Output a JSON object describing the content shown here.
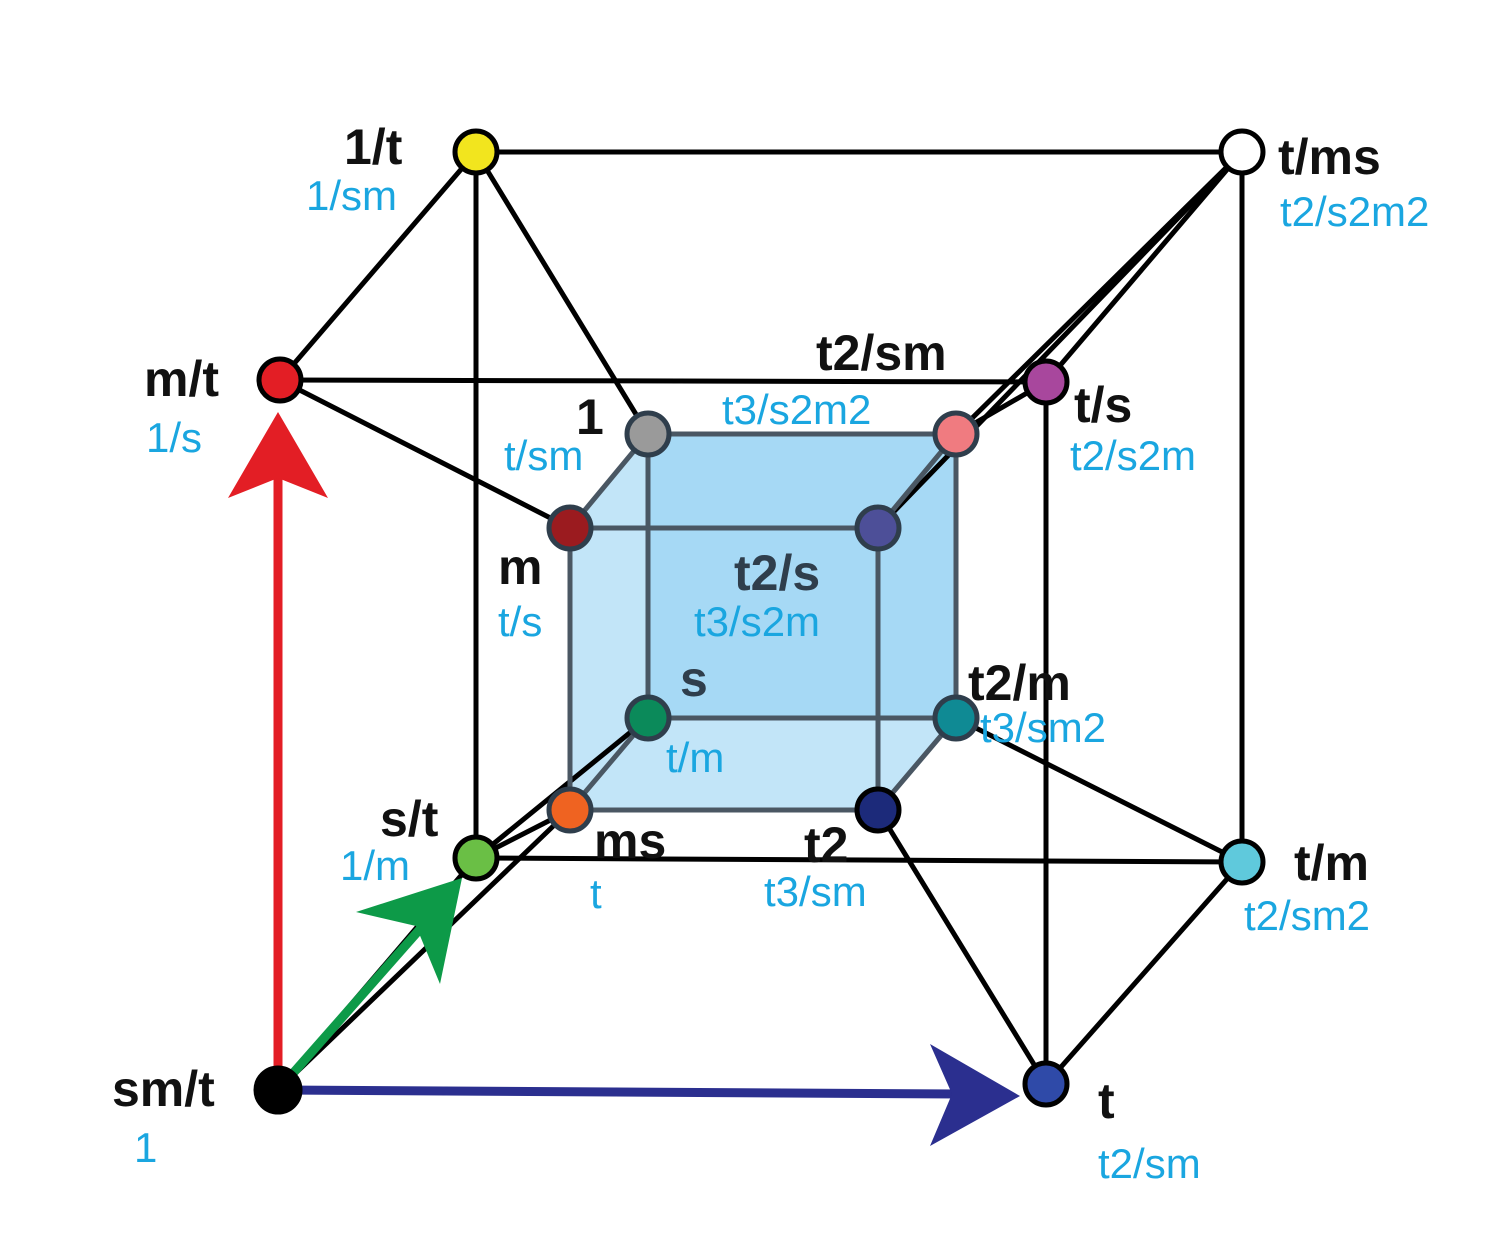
{
  "colors": {
    "inner_cube_fill": "#8fd0f3",
    "x_axis_arrow": "#2b2f8f",
    "y_axis_arrow": "#e31e25",
    "z_axis_arrow": "#0d9a48",
    "sub_label": "#1aa6e0"
  },
  "nodes": [
    {
      "id": "origin",
      "label": "sm/t",
      "sub": "1",
      "color": "#000000"
    },
    {
      "id": "outer_x",
      "label": "t",
      "sub": "t2/sm",
      "color": "#2f4aa8"
    },
    {
      "id": "outer_y",
      "label": "m/t",
      "sub": "1/s",
      "color": "#e31e25"
    },
    {
      "id": "outer_z",
      "label": "s/t",
      "sub": "1/m",
      "color": "#6abf45"
    },
    {
      "id": "outer_yz",
      "label": "1/t",
      "sub": "1/sm",
      "color": "#f2e51e"
    },
    {
      "id": "outer_xz",
      "label": "t/m",
      "sub": "t2/sm2",
      "color": "#5fc9dc"
    },
    {
      "id": "outer_xy",
      "label": "t/s",
      "sub": "t2/s2m",
      "color": "#a8479d"
    },
    {
      "id": "outer_xyz",
      "label": "t/ms",
      "sub": "t2/s2m2",
      "color": "#ffffff"
    },
    {
      "id": "inner_origin",
      "label": "ms",
      "sub": "t",
      "color": "#ef6321"
    },
    {
      "id": "inner_x",
      "label": "t2",
      "sub": "t3/sm",
      "color": "#1c2a7a"
    },
    {
      "id": "inner_y",
      "label": "m",
      "sub": "t/s",
      "color": "#9b1b1f"
    },
    {
      "id": "inner_z",
      "label": "s",
      "sub": "t/m",
      "color": "#0b8a5a"
    },
    {
      "id": "inner_yz",
      "label": "1",
      "sub": "t/sm",
      "color": "#9a9a9a"
    },
    {
      "id": "inner_xz",
      "label": "t2/m",
      "sub": "t3/sm2",
      "color": "#0f8a94"
    },
    {
      "id": "inner_xy",
      "label": "t2/s",
      "sub": "t3/s2m",
      "color": "#4d4f98"
    },
    {
      "id": "inner_xyz",
      "label": "t2/sm",
      "sub": "t3/s2m2",
      "color": "#f07b80"
    }
  ]
}
